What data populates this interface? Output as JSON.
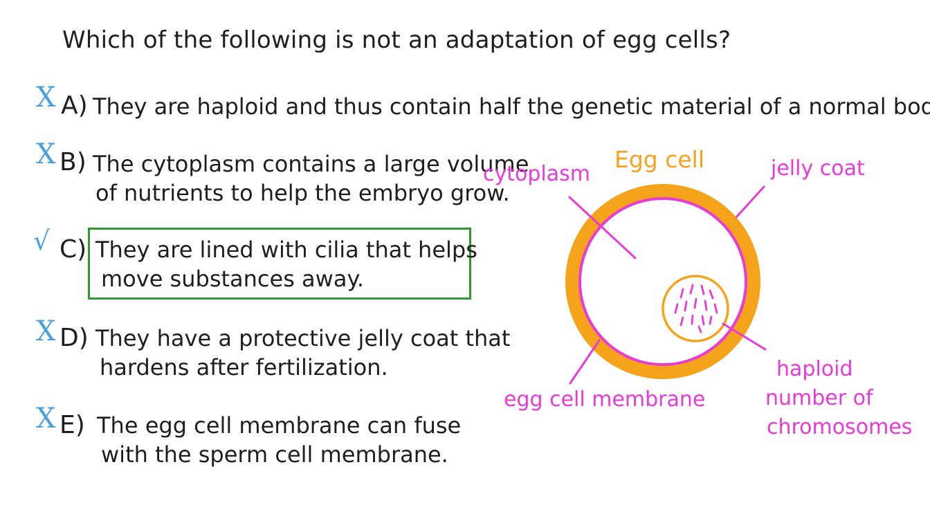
{
  "question": "Which of the following is not an adaptation of egg cells?",
  "options": [
    {
      "letter": "A)",
      "mark": "X",
      "text_lines": [
        "They are haploid and thus contain half the genetic material of a normal body cell."
      ]
    },
    {
      "letter": "B)",
      "mark": "X",
      "text_lines": [
        "The cytoplasm contains a large volume",
        "of nutrients to help the embryo grow."
      ]
    },
    {
      "letter": "C)",
      "mark": "√",
      "text_lines": [
        "They are lined with cilia that helps",
        "move substances away."
      ]
    },
    {
      "letter": "D)",
      "mark": "X",
      "text_lines": [
        "They have a protective jelly coat that",
        "hardens after fertilization."
      ]
    },
    {
      "letter": "E)",
      "mark": "X",
      "text_lines": [
        "The egg cell membrane can fuse",
        "with the sperm cell membrane."
      ]
    }
  ],
  "diagram": {
    "title": "Egg cell",
    "labels": {
      "cytoplasm": "cytoplasm",
      "jelly_coat": "jelly coat",
      "membrane": "egg cell membrane",
      "nucleus_lines": [
        "haploid",
        "number of",
        "chromosomes"
      ]
    },
    "colors": {
      "jelly_coat": "#f5a31a",
      "membrane": "#e83ad6",
      "label": "#e83ad6",
      "title": "#f5a31a",
      "nucleus_ring": "#f5a31a",
      "chromosomes": "#e83ad6",
      "answer_box": "#2e9a2e",
      "marks": "#4aa0dc"
    }
  }
}
